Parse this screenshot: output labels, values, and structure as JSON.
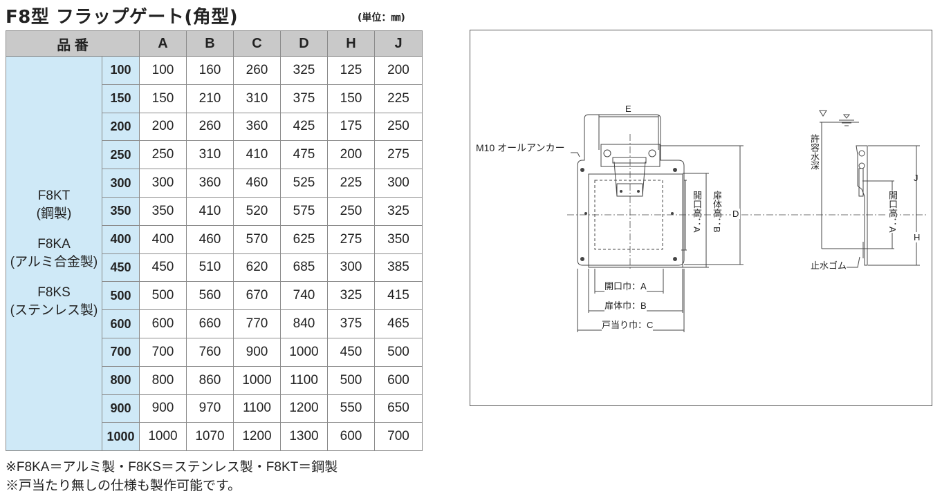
{
  "title": "F8型 フラップゲート(角型)",
  "unit": "(単位：㎜)",
  "table": {
    "header": {
      "name": "品 番",
      "cols": [
        "A",
        "B",
        "C",
        "D",
        "H",
        "J"
      ]
    },
    "model_lines": [
      "F8KT",
      "(鋼製)",
      "F8KA",
      "(アルミ合金製)",
      "F8KS",
      "(ステンレス製)"
    ],
    "rows": [
      {
        "size": "100",
        "values": [
          "100",
          "160",
          "260",
          "325",
          "125",
          "200"
        ]
      },
      {
        "size": "150",
        "values": [
          "150",
          "210",
          "310",
          "375",
          "150",
          "225"
        ]
      },
      {
        "size": "200",
        "values": [
          "200",
          "260",
          "360",
          "425",
          "175",
          "250"
        ]
      },
      {
        "size": "250",
        "values": [
          "250",
          "310",
          "410",
          "475",
          "200",
          "275"
        ]
      },
      {
        "size": "300",
        "values": [
          "300",
          "360",
          "460",
          "525",
          "225",
          "300"
        ]
      },
      {
        "size": "350",
        "values": [
          "350",
          "410",
          "520",
          "575",
          "250",
          "325"
        ]
      },
      {
        "size": "400",
        "values": [
          "400",
          "460",
          "570",
          "625",
          "275",
          "350"
        ]
      },
      {
        "size": "450",
        "values": [
          "450",
          "510",
          "620",
          "685",
          "300",
          "385"
        ]
      },
      {
        "size": "500",
        "values": [
          "500",
          "560",
          "670",
          "740",
          "325",
          "415"
        ]
      },
      {
        "size": "600",
        "values": [
          "600",
          "660",
          "770",
          "840",
          "375",
          "465"
        ]
      },
      {
        "size": "700",
        "values": [
          "700",
          "760",
          "900",
          "1000",
          "450",
          "500"
        ]
      },
      {
        "size": "800",
        "values": [
          "800",
          "860",
          "1000",
          "1100",
          "500",
          "600"
        ]
      },
      {
        "size": "900",
        "values": [
          "900",
          "970",
          "1100",
          "1200",
          "550",
          "650"
        ]
      },
      {
        "size": "1000",
        "values": [
          "1000",
          "1070",
          "1200",
          "1300",
          "600",
          "700"
        ]
      }
    ]
  },
  "notes": [
    "※F8KA＝アルミ製・F8KS＝ステンレス製・F8KT＝鋼製",
    "※戸当たり無しの仕様も製作可能です。"
  ],
  "drawing": {
    "anchor_label": "M10 オールアンカー",
    "e_label": "E",
    "d_label": "D",
    "opening_height_label": "開口高：A",
    "door_height_label": "扉体高：B",
    "opening_width_label": "開口巾：A",
    "door_width_label": "扉体巾：B",
    "stop_width_label": "戸当り巾：C",
    "water_depth_label": "許容水深",
    "j_label": "J",
    "h_label": "H",
    "side_opening_label": "開口高：A",
    "rubber_label": "止水ゴム"
  }
}
